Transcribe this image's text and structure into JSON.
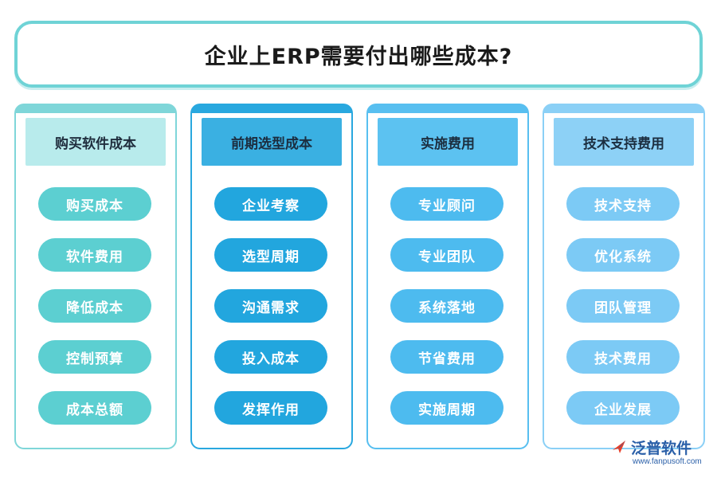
{
  "title": "企业上ERP需要付出哪些成本?",
  "columns": [
    {
      "header": "购买软件成本",
      "items": [
        "购买成本",
        "软件费用",
        "降低成本",
        "控制预算",
        "成本总额"
      ]
    },
    {
      "header": "前期选型成本",
      "items": [
        "企业考察",
        "选型周期",
        "沟通需求",
        "投入成本",
        "发挥作用"
      ]
    },
    {
      "header": "实施费用",
      "items": [
        "专业顾问",
        "专业团队",
        "系统落地",
        "节省费用",
        "实施周期"
      ]
    },
    {
      "header": "技术支持费用",
      "items": [
        "技术支持",
        "优化系统",
        "团队管理",
        "技术费用",
        "企业发展"
      ]
    }
  ],
  "logo": {
    "name": "泛普软件",
    "url": "www.fanpusoft.com"
  },
  "colors": {
    "teal": "#5ccfd1",
    "blue": "#22a6de",
    "sky": "#4dbbef",
    "light-sky": "#7ccaf5"
  }
}
